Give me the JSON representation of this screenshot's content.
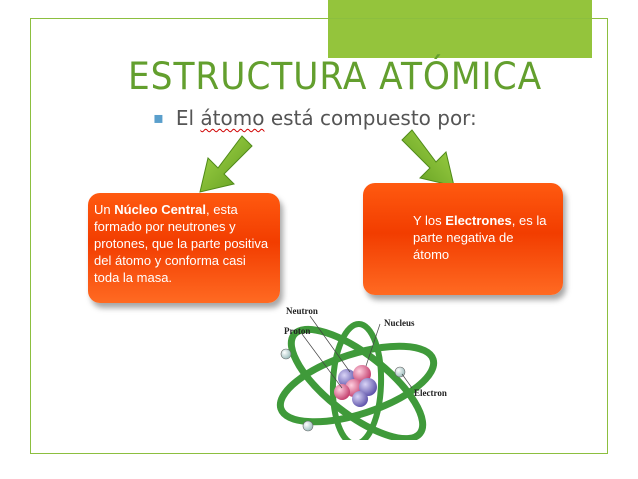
{
  "slide": {
    "title": "ESTRUCTURA ATÓMICA",
    "bullet": {
      "prefix": "El ",
      "keyword": "átomo",
      "suffix": " está compuesto por:"
    },
    "box_left": {
      "t1": "Un ",
      "b1": "Núcleo Central",
      "t2": ", esta formado por neutrones y protones, que la parte positiva del átomo y conforma casi toda la masa."
    },
    "box_right": {
      "t1": "Y los ",
      "b1": "Electrones",
      "t2": ", es la parte negativa de átomo"
    },
    "diagram_labels": {
      "neutron": "Neutron",
      "proton": "Proton",
      "nucleus": "Nucleus",
      "electron": "Electron"
    }
  },
  "colors": {
    "accent_green": "#94c43c",
    "title_green": "#639f2e",
    "box_orange": "#f23d00",
    "bullet_blue": "#5a9fcc"
  }
}
